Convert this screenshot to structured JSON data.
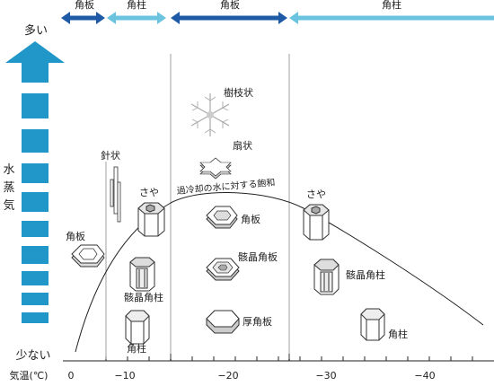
{
  "top_bands": {
    "band1": "角板",
    "band2": "角柱",
    "band3": "角板",
    "band4": "角柱"
  },
  "y_axis": {
    "high": "多い",
    "label_chars": [
      "水",
      "蒸",
      "気"
    ],
    "low": "少ない"
  },
  "x_axis": {
    "label": "気温(℃)",
    "ticks": [
      "0",
      "−10",
      "−20",
      "−30",
      "−40"
    ]
  },
  "curve_label": "過冷却の水に対する飽和",
  "crystals": {
    "dendrite": "樹枝状",
    "sector": "扇状",
    "needle": "針状",
    "sheath_left": "さや",
    "sheath_right": "さや",
    "plate_left": "角板",
    "plate_mid": "角板",
    "hollow_column_left": "骸晶角柱",
    "hollow_plate": "骸晶角板",
    "hollow_column_right": "骸晶角柱",
    "column_left": "角柱",
    "thick_plate": "厚角板",
    "column_right": "角柱"
  },
  "colors": {
    "band_dark": "#1f5aa6",
    "band_light": "#6cc3e0",
    "vapor_arrow": "#2196c8"
  }
}
